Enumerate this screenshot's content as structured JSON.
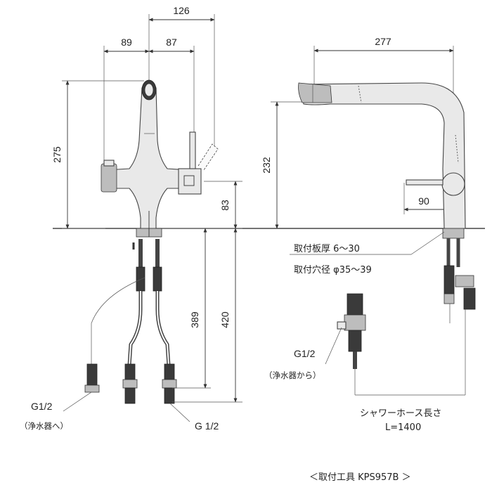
{
  "dimensions": {
    "d126": "126",
    "d89": "89",
    "d87": "87",
    "d277": "277",
    "d275": "275",
    "d83": "83",
    "d232": "232",
    "d90": "90",
    "d389": "389",
    "d420": "420"
  },
  "notes": {
    "plate_thickness": "取付板厚 6～30",
    "hole_diameter": "取付穴径 φ35～39",
    "thread_left": "G1/2",
    "to_purifier": "（浄水器へ）",
    "thread_bottom": "G 1/2",
    "thread_right": "G1/2",
    "from_purifier": "（浄水器から）",
    "hose_length_label": "シャワーホース長さ",
    "hose_length_value": "L=1400",
    "tool_label": "＜取付工具 KPS957B ＞"
  },
  "colors": {
    "line": "#333333",
    "body_fill": "#e9e9e9",
    "dark_part": "#3a3a3a"
  }
}
